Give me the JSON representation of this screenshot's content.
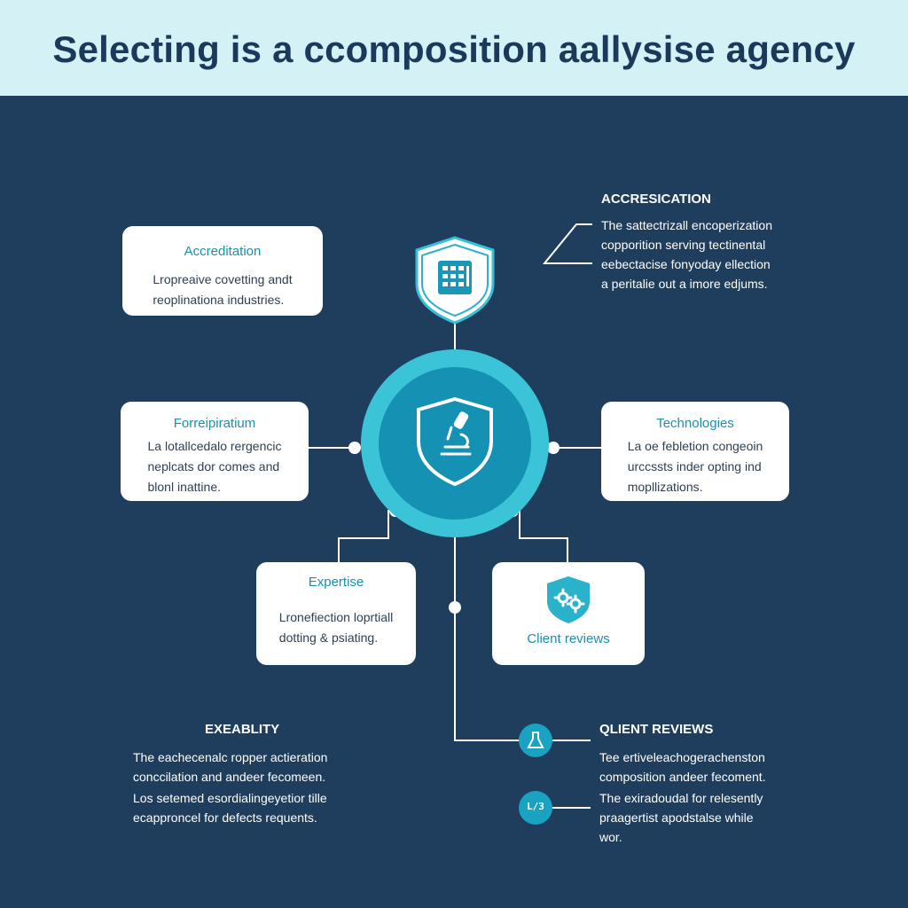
{
  "title": "Selecting is a ccomposition aallysise agency",
  "cards": {
    "accreditation": {
      "title": "Accreditation",
      "lines": [
        "Lropreaive covetting andt",
        "reoplinationa industries."
      ]
    },
    "forreipiratium": {
      "title": "Forreipiratium",
      "lines": [
        "La lotallcedalo rergencic",
        "neplcats dor comes and",
        "blonl inattine."
      ]
    },
    "technologies": {
      "title": "Technologies",
      "lines": [
        "La oe febletion congeoin",
        "urccssts inder opting ind",
        "mopllizations."
      ]
    },
    "expertise": {
      "title": "Expertise",
      "lines": [
        "Lronefiection loprtiall",
        "dotting & psiating."
      ]
    },
    "client_reviews_card": {
      "title": "Client reviews",
      "icon": "gears-shield-icon"
    }
  },
  "right_top": {
    "title": "ACCRESICATION",
    "lines": [
      "The sattectrizall encoperization",
      "copporition serving tectinental",
      "eebectacise fonyoday ellection",
      "a peritalie out a imore edjums."
    ]
  },
  "bottom_left": {
    "title": "EXEABLITY",
    "lines1": [
      "The eachecenalc ropper actieration",
      "conccilation and andeer fecomeen."
    ],
    "lines2": [
      "Los setemed esordialingeyetior tille",
      "ecapproncel for defects requents."
    ]
  },
  "bottom_right": {
    "title": "QLIENT REVIEWS",
    "lines1": [
      "Tee ertiveleachogerachenston",
      "composition andeer fecoment."
    ],
    "lines2": [
      "The exiradoudal for relesently",
      "praagertist apodstalse while",
      "wor."
    ],
    "badge2_text": "L/3"
  },
  "colors": {
    "background": "#1f3d5c",
    "header": "#d4f1f6",
    "accent": "#1a9cbf",
    "accent_light": "#3fc6d9"
  },
  "icons": [
    "building-shield-icon",
    "microscope-shield-icon",
    "gears-shield-icon",
    "flask-icon"
  ]
}
